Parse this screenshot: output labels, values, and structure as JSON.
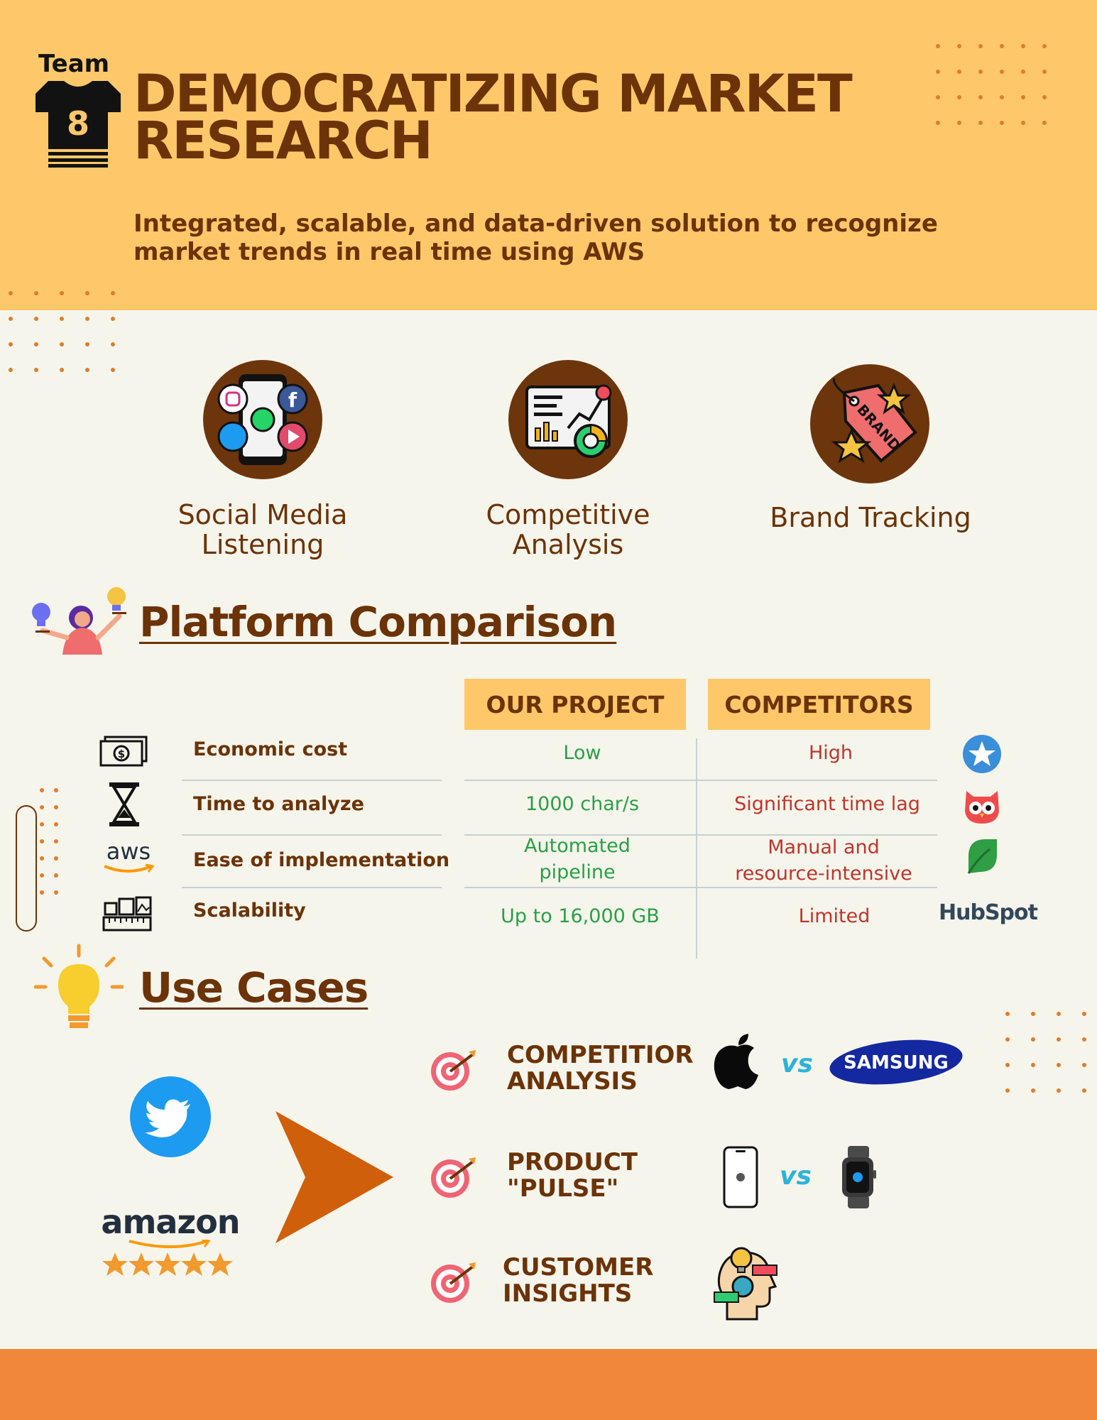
{
  "header": {
    "team_label": "Team",
    "team_number": "8",
    "title": "DEMOCRATIZING MARKET RESEARCH",
    "subtitle": "Integrated, scalable, and data-driven solution to recognize market trends in real time using AWS"
  },
  "features": [
    {
      "label": "Social Media Listening",
      "icon": "social-media-phone-icon"
    },
    {
      "label": "Competitive Analysis",
      "icon": "analytics-dashboard-icon"
    },
    {
      "label": "Brand Tracking",
      "icon": "brand-tag-icon"
    }
  ],
  "comparison": {
    "heading": "Platform Comparison",
    "col_ours": "OUR PROJECT",
    "col_competitors": "COMPETITORS",
    "rows": [
      {
        "criterion": "Economic cost",
        "ours": "Low",
        "competitors": "High",
        "icon": "money-bill-icon",
        "competitor_icon": "star-badge-icon"
      },
      {
        "criterion": "Time to analyze",
        "ours": "1000 char/s",
        "competitors": "Significant time lag",
        "icon": "hourglass-icon",
        "competitor_icon": "owl-logo-icon"
      },
      {
        "criterion": "Ease of implementation",
        "ours": "Automated pipeline",
        "competitors": "Manual and resource-intensive",
        "icon": "aws-logo-icon",
        "competitor_icon": "leaf-logo-icon"
      },
      {
        "criterion": "Scalability",
        "ours": "Up to 16,000 GB",
        "competitors": "Limited",
        "icon": "scale-ruler-icon",
        "competitor_icon": "hubspot-logo"
      }
    ],
    "aws_text": "aws",
    "hubspot_text": "HubSpot"
  },
  "use_cases": {
    "heading": "Use Cases",
    "sources": {
      "amazon_text": "amazon"
    },
    "items": [
      {
        "label": "COMPETITIOR ANALYSIS",
        "left": "apple-logo-icon",
        "right": "samsung-logo",
        "vs": "vs",
        "right_text": "SAMSUNG"
      },
      {
        "label": "PRODUCT \"PULSE\"",
        "left": "iphone-icon",
        "right": "smartwatch-icon",
        "vs": "vs"
      },
      {
        "label": "CUSTOMER INSIGHTS",
        "left": "customer-insight-head-icon"
      }
    ]
  },
  "colors": {
    "header_bg": "#fec86a",
    "body_bg": "#f6f5ec",
    "title_brown": "#6b3307",
    "icon_circle": "#6d350c",
    "positive_green": "#28a045",
    "negative_red": "#c0342a",
    "accent_orange": "#ef883a",
    "twitter_blue": "#1d9bf0"
  }
}
